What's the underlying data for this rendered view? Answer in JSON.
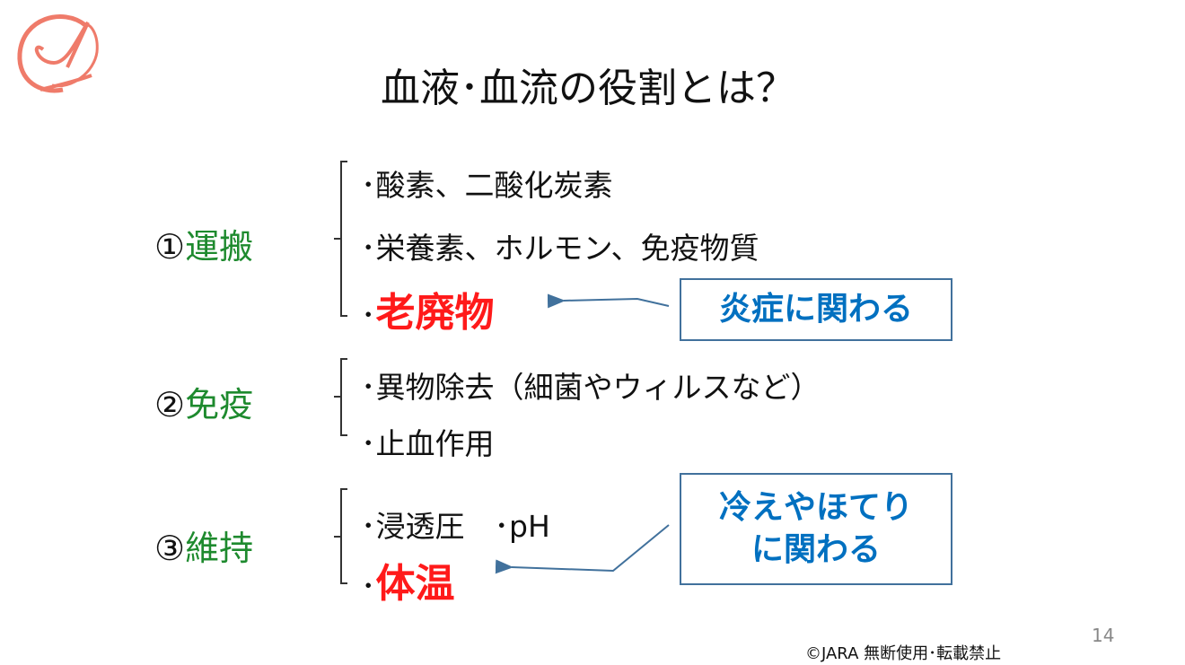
{
  "title": "血液･血流の役割とは？",
  "sections": [
    {
      "num": "①",
      "label": "運搬",
      "items": [
        "･酸素、二酸化炭素",
        "･栄養素、ホルモン、免疫物質"
      ],
      "bullet": "･",
      "highlight": "老廃物"
    },
    {
      "num": "②",
      "label": "免疫",
      "items": [
        "･異物除去（細菌やウィルスなど）",
        "･止血作用"
      ]
    },
    {
      "num": "③",
      "label": "維持",
      "items": [
        "･浸透圧　･pH"
      ],
      "bullet": "･",
      "highlight": "体温"
    }
  ],
  "callouts": [
    {
      "lines": [
        "炎症に関わる"
      ]
    },
    {
      "lines": [
        "冷えやほてり",
        "に関わる"
      ]
    }
  ],
  "page_number": "14",
  "footer": "©JARA 無断使用･転載禁止",
  "colors": {
    "green": "#1e8a2e",
    "red": "#ff1a1a",
    "blue": "#0070c0",
    "logo": "#ef7b6a"
  }
}
